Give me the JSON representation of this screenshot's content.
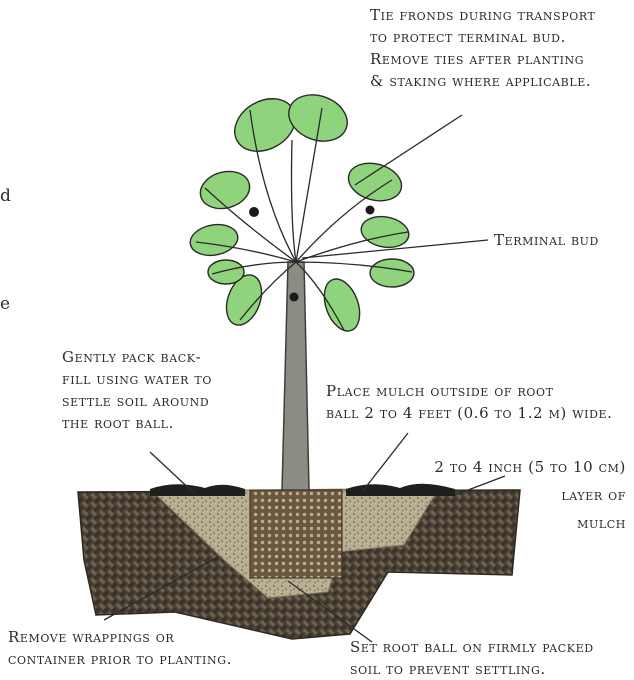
{
  "labels": {
    "tie_fronds": [
      "Tie fronds during transport",
      "to protect terminal bud.",
      "Remove ties after planting",
      "& staking where applicable."
    ],
    "terminal_bud": [
      "Terminal bud"
    ],
    "backfill": [
      "Gently pack back-",
      "fill using water to",
      "settle soil around",
      "the root ball."
    ],
    "mulch_outside": [
      "Place mulch outside of root",
      "ball 2 to 4 feet (0.6 to 1.2 m) wide."
    ],
    "mulch_layer": [
      "2 to 4 inch (5 to 10 cm)",
      "layer of",
      "mulch"
    ],
    "wrappings": [
      "Remove wrappings or",
      "container prior to planting."
    ],
    "root_ball": [
      "Set root ball on firmly packed",
      "soil to prevent settling."
    ]
  },
  "edge_fragments": [
    "d",
    "e"
  ],
  "colors": {
    "soil": "#4a4034",
    "backfill": "#b7ad8f",
    "root_ball": "#6b5640",
    "trunk": "#8c8c84",
    "foliage": "#8fd37c",
    "line": "#2a2a2a"
  }
}
